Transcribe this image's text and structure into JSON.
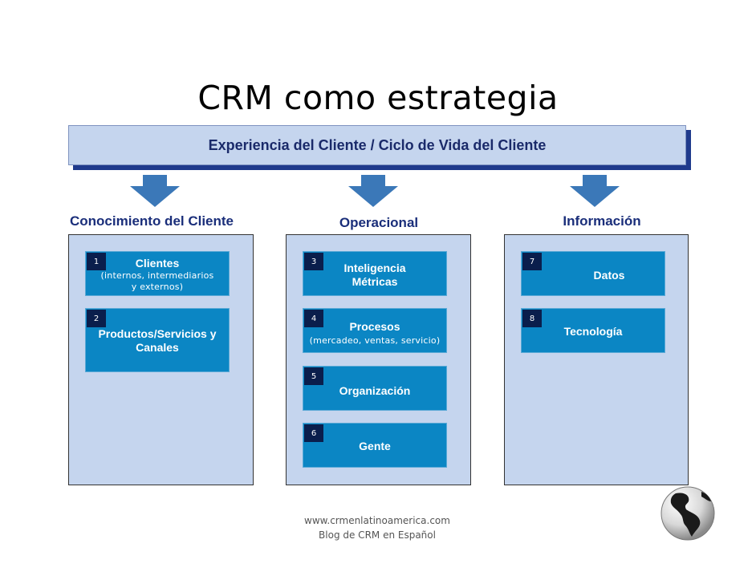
{
  "title": "CRM como estrategia",
  "banner": "Experiencia del Cliente / Ciclo de Vida del Cliente",
  "columns": [
    {
      "heading": "Conocimiento del Cliente"
    },
    {
      "heading": "Operacional"
    },
    {
      "heading": "Información"
    }
  ],
  "cards": [
    {
      "num": "1",
      "title": "Clientes",
      "subtitle": "(internos, intermediarios y externos)"
    },
    {
      "num": "2",
      "title": "Productos/Servicios y Canales"
    },
    {
      "num": "3",
      "title": "Inteligencia Métricas"
    },
    {
      "num": "4",
      "title": "Procesos",
      "subtitle": "(mercadeo, ventas, servicio)"
    },
    {
      "num": "5",
      "title": "Organización"
    },
    {
      "num": "6",
      "title": "Gente"
    },
    {
      "num": "7",
      "title": "Datos"
    },
    {
      "num": "8",
      "title": "Tecnología"
    }
  ],
  "footer": {
    "url": "www.crmenlatinoamerica.com",
    "blog": "Blog de CRM en Español"
  },
  "colors": {
    "accent_blue": "#0b86c4",
    "panel_blue": "#c5d5ee",
    "heading_blue": "#1a2e7a",
    "badge_navy": "#0a1e4c"
  },
  "icons": [
    "down-arrow-icon",
    "globe-icon"
  ]
}
